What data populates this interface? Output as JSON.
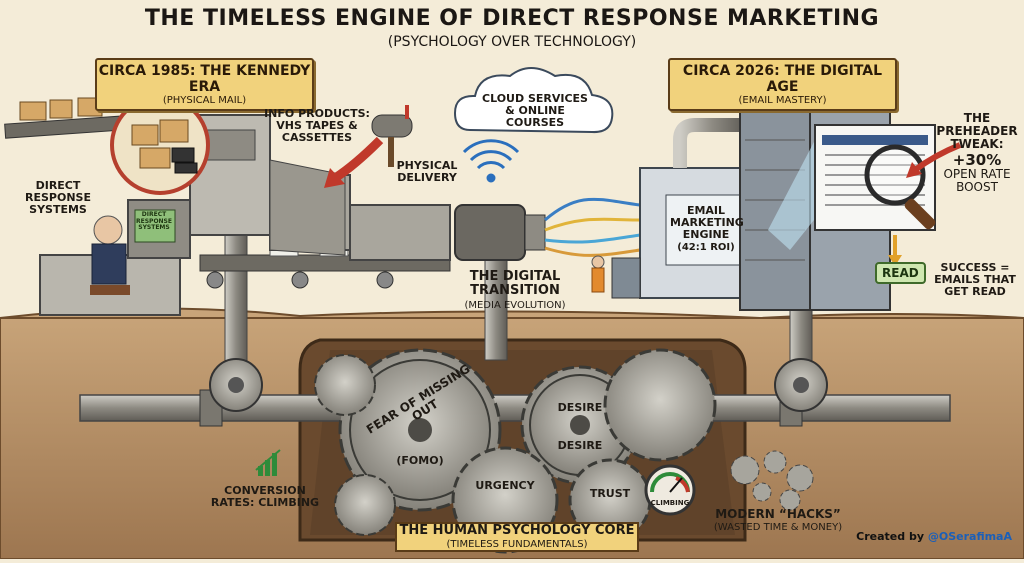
{
  "header": {
    "title": "THE TIMELESS ENGINE OF DIRECT RESPONSE MARKETING",
    "subtitle": "(PSYCHOLOGY OVER TECHNOLOGY)"
  },
  "era_left": {
    "title": "CIRCA 1985: THE KENNEDY ERA",
    "subtitle": "(PHYSICAL MAIL)"
  },
  "era_right": {
    "title": "CIRCA 2026: THE DIGITAL AGE",
    "subtitle": "(EMAIL MASTERY)"
  },
  "labels": {
    "info_products": "INFO PRODUCTS: VHS TAPES & CASSETTES",
    "direct_response": "DIRECT RESPONSE SYSTEMS",
    "physical_delivery": "PHYSICAL DELIVERY",
    "cloud": "CLOUD SERVICES & ONLINE COURSES",
    "digital_transition": "THE DIGITAL TRANSITION",
    "digital_transition_sub": "(MEDIA EVOLUTION)",
    "email_engine": "EMAIL MARKETING ENGINE",
    "email_engine_sub": "(42:1 ROI)",
    "preheader": "THE PREHEADER TWEAK:",
    "preheader_stat": "+30%",
    "preheader_rest": "OPEN RATE BOOST",
    "read_tag": "READ",
    "success": "SUCCESS = EMAILS THAT GET READ",
    "conversion": "CONVERSION RATES: CLIMBING",
    "core_title": "THE HUMAN PSYCHOLOGY CORE",
    "core_sub": "(TIMELESS FUNDAMENTALS)",
    "hacks": "MODERN “HACKS”",
    "hacks_sub": "(WASTED TIME & MONEY)",
    "gauge": "CLIMBING",
    "direct_screen": "DIRECT RESPONSE SYSTEMS"
  },
  "gears": {
    "fomo": "FEAR OF MISSING OUT",
    "fomo_sub": "(FOMO)",
    "desire": "DESIRE",
    "desire2": "DESIRE",
    "urgency": "URGENCY",
    "trust": "TRUST"
  },
  "credit": {
    "prefix": "Created by ",
    "handle": "@OSerafimaA"
  },
  "colors": {
    "paper": "#f4ecd8",
    "soil": "#b8916a",
    "gear": "#a7a59d",
    "banner": "#f1d27c",
    "accent_red": "#c0392b",
    "read_green": "#cfe7b0"
  },
  "icons": [
    "cloud-icon",
    "wifi-icon",
    "mailbox-icon",
    "magnifier-icon",
    "gauge-icon",
    "bar-chart-icon",
    "red-arrow-icon"
  ]
}
